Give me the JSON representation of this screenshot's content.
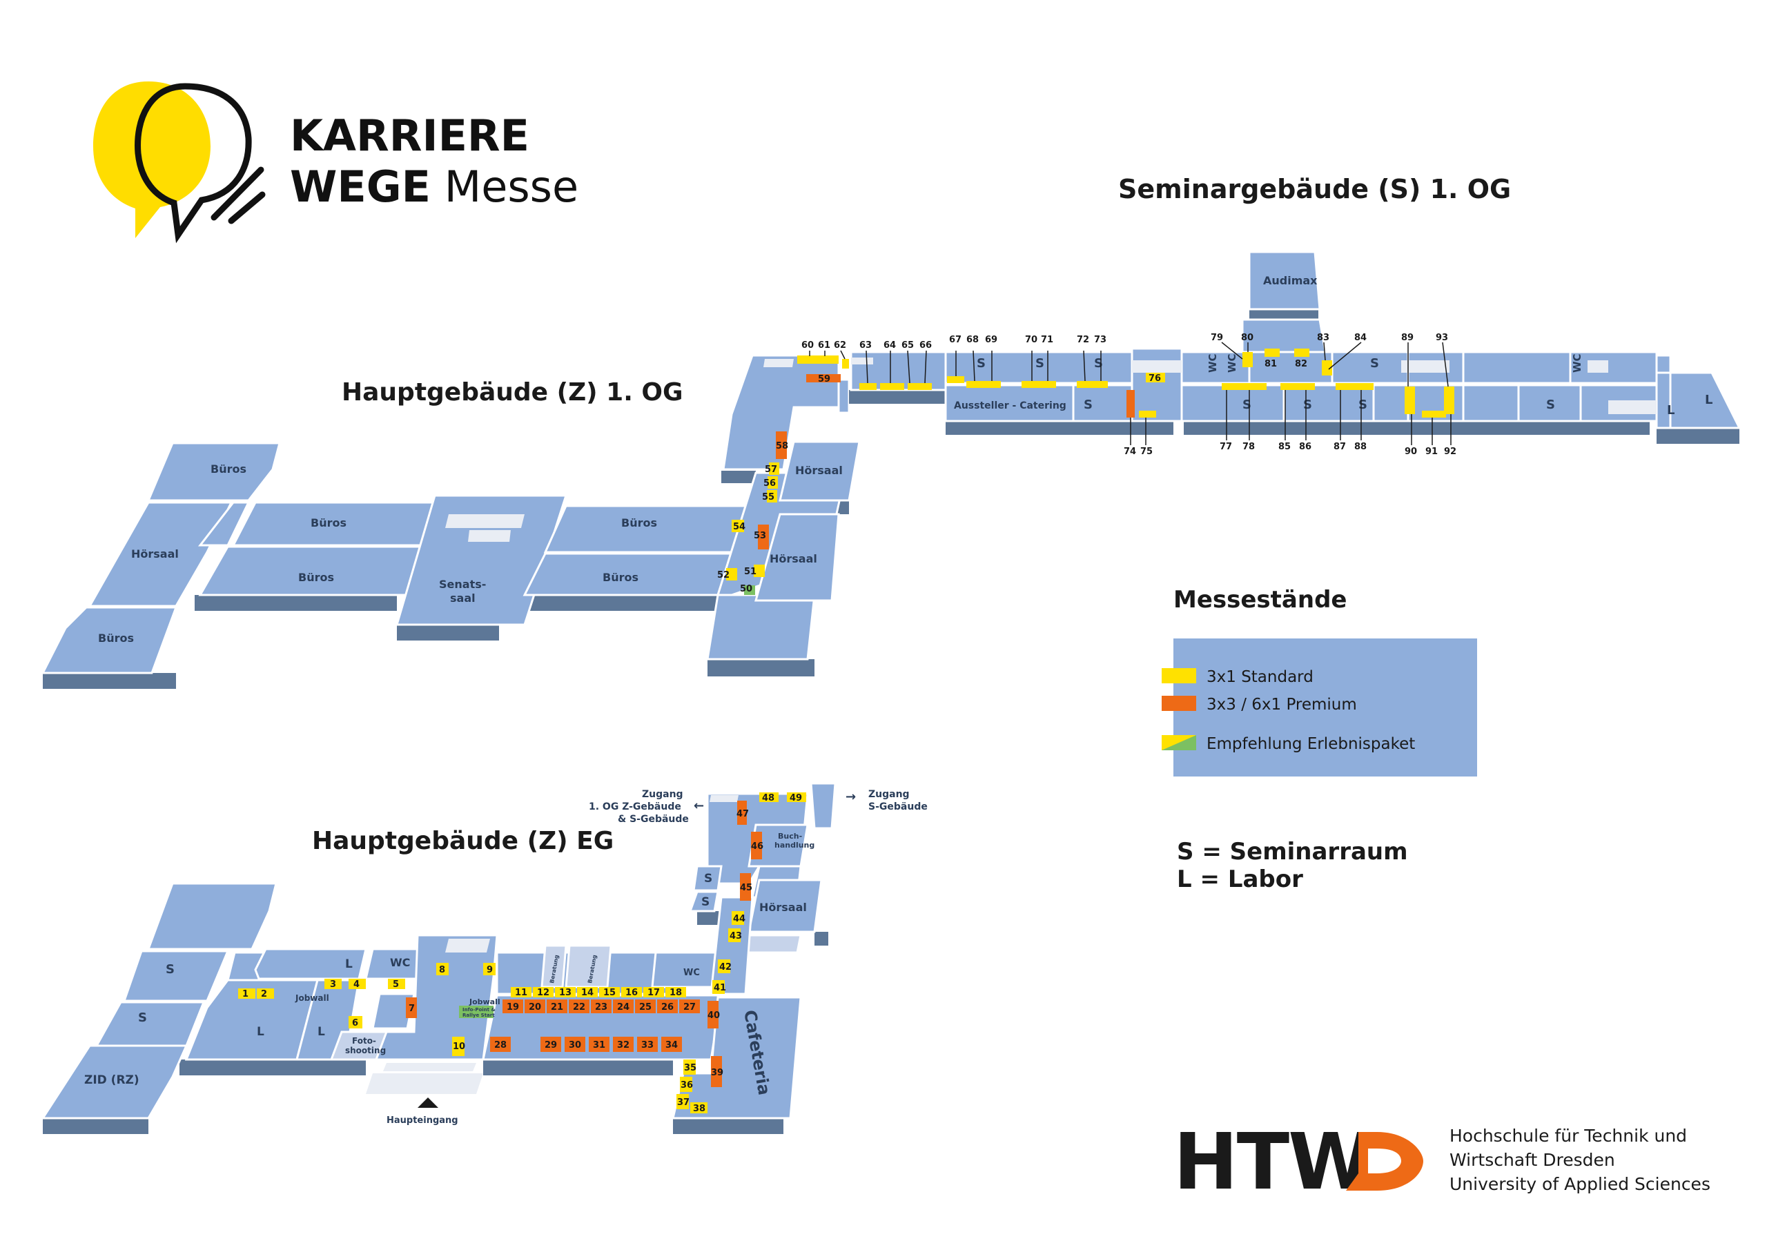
{
  "logo": {
    "line1": "KARRIERE",
    "line2_bold": "WEGE",
    "line2_regular": "Messe"
  },
  "titles": {
    "seminar": "Seminargebäude (S) 1. OG",
    "haupt_og": "Hauptgebäude (Z) 1. OG",
    "haupt_eg": "Hauptgebäude (Z) EG"
  },
  "rooms": {
    "bueros": "Büros",
    "hoersaal": "Hörsaal",
    "senats_1": "Senats-",
    "senats_2": "saal",
    "audimax": "Audimax",
    "s": "S",
    "l": "L",
    "wc": "WC",
    "catering": "Aussteller - Catering",
    "zid": "ZID (RZ)",
    "cafeteria": "Cafeteria",
    "jobwall": "Jobwall",
    "foto_1": "Foto-",
    "foto_2": "shooting",
    "buch_1": "Buch-",
    "buch_2": "handlung",
    "beratung": "Beratung",
    "infopoint_1": "Info-Point &",
    "infopoint_2": "Rallye Start",
    "haupteingang": "Haupteingang"
  },
  "access": {
    "left_1": "Zugang",
    "left_2": "1. OG Z-Gebäude",
    "left_3": "& S-Gebäude",
    "right_1": "Zugang",
    "right_2": "S-Gebäude"
  },
  "legend": {
    "title": "Messestände",
    "standard": "3x1 Standard",
    "premium": "3x3 / 6x1 Premium",
    "empfehlung": "Empfehlung Erlebnispaket",
    "standard_color": "#ffe100",
    "premium_color": "#ee6a16",
    "empfehlung_color": "#7cc062",
    "background_color": "#8faedb"
  },
  "abbrev": {
    "s": "S = Seminarraum",
    "l": "L = Labor"
  },
  "htw": {
    "logo": "HTWD",
    "line1": "Hochschule für Technik und",
    "line2": "Wirtschaft Dresden",
    "line3": "University of Applied Sciences"
  },
  "stands": {
    "n1": "1",
    "n2": "2",
    "n3": "3",
    "n4": "4",
    "n5": "5",
    "n6": "6",
    "n7": "7",
    "n8": "8",
    "n9": "9",
    "n10": "10",
    "n11": "11",
    "n12": "12",
    "n13": "13",
    "n14": "14",
    "n15": "15",
    "n16": "16",
    "n17": "17",
    "n18": "18",
    "n19": "19",
    "n20": "20",
    "n21": "21",
    "n22": "22",
    "n23": "23",
    "n24": "24",
    "n25": "25",
    "n26": "26",
    "n27": "27",
    "n28": "28",
    "n29": "29",
    "n30": "30",
    "n31": "31",
    "n32": "32",
    "n33": "33",
    "n34": "34",
    "n35": "35",
    "n36": "36",
    "n37": "37",
    "n38": "38",
    "n39": "39",
    "n40": "40",
    "n41": "41",
    "n42": "42",
    "n43": "43",
    "n44": "44",
    "n45": "45",
    "n46": "46",
    "n47": "47",
    "n48": "48",
    "n49": "49",
    "n50": "50",
    "n51": "51",
    "n52": "52",
    "n53": "53",
    "n54": "54",
    "n55": "55",
    "n56": "56",
    "n57": "57",
    "n58": "58",
    "n59": "59",
    "n60": "60",
    "n61": "61",
    "n62": "62",
    "n63": "63",
    "n64": "64",
    "n65": "65",
    "n66": "66",
    "n67": "67",
    "n68": "68",
    "n69": "69",
    "n70": "70",
    "n71": "71",
    "n72": "72",
    "n73": "73",
    "n74": "74",
    "n75": "75",
    "n76": "76",
    "n77": "77",
    "n78": "78",
    "n79": "79",
    "n80": "80",
    "n81": "81",
    "n82": "82",
    "n83": "83",
    "n84": "84",
    "n85": "85",
    "n86": "86",
    "n87": "87",
    "n88": "88",
    "n89": "89",
    "n90": "90",
    "n91": "91",
    "n92": "92",
    "n93": "93"
  }
}
